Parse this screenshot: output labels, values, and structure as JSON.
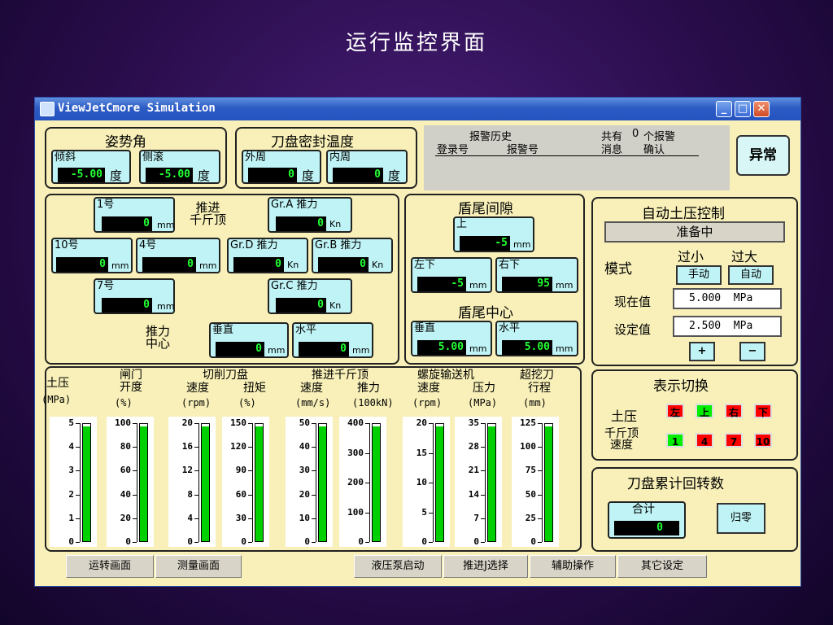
{
  "slide_title": "运行监控界面",
  "window": {
    "title": "ViewJetCmore Simulation"
  },
  "attitude": {
    "title": "姿势角",
    "tilt": {
      "label": "倾斜",
      "value": "-5.00",
      "unit": "度"
    },
    "roll": {
      "label": "侧滚",
      "value": "-5.00",
      "unit": "度"
    }
  },
  "seal": {
    "title": "刀盘密封温度",
    "outer": {
      "label": "外周",
      "value": "0",
      "unit": "度"
    },
    "inner": {
      "label": "内周",
      "value": "0",
      "unit": "度"
    }
  },
  "alarm": {
    "history_label": "报警历史",
    "total_prefix": "共有",
    "count": "0",
    "total_suffix": "个报警",
    "cols": [
      "登录号",
      "报警号",
      "消息",
      "确认"
    ],
    "abnormal": "异常"
  },
  "thrust": {
    "jack_label": "推进\n千斤顶",
    "center_label": "推力\n中心",
    "mm": "mm",
    "kn": "Kn",
    "j1": {
      "label": "1号",
      "value": "0"
    },
    "j10": {
      "label": "10号",
      "value": "0"
    },
    "j4": {
      "label": "4号",
      "value": "0"
    },
    "j7": {
      "label": "7号",
      "value": "0"
    },
    "gra": {
      "label": "Gr.A 推力",
      "value": "0"
    },
    "grd": {
      "label": "Gr.D 推力",
      "value": "0"
    },
    "grb": {
      "label": "Gr.B 推力",
      "value": "0"
    },
    "grc": {
      "label": "Gr.C 推力",
      "value": "0"
    },
    "vertical": {
      "label": "垂直",
      "value": "0"
    },
    "horizontal": {
      "label": "水平",
      "value": "0"
    }
  },
  "tail": {
    "gap_title": "盾尾间隙",
    "center_title": "盾尾中心",
    "mm": "mm",
    "top": {
      "label": "上",
      "value": "-5"
    },
    "bl": {
      "label": "左下",
      "value": "-5"
    },
    "br": {
      "label": "右下",
      "value": "95"
    },
    "vertical": {
      "label": "垂直",
      "value": "5.00"
    },
    "horizontal": {
      "label": "水平",
      "value": "5.00"
    }
  },
  "earth": {
    "title": "自动土压控制",
    "status": "准备中",
    "mode": "模式",
    "too_small": "过小",
    "too_large": "过大",
    "manual": "手动",
    "auto": "自动",
    "current_label": "现在值",
    "current": "5.000",
    "set_label": "设定值",
    "set": "2.500",
    "unit": "MPa",
    "plus": "+",
    "minus": "−"
  },
  "display": {
    "title": "表示切换",
    "earth_label": "土压",
    "jack_label": "千斤顶\n速度",
    "earth_tags": [
      "左",
      "上",
      "右",
      "下"
    ],
    "jack_tags": [
      "1",
      "4",
      "7",
      "10"
    ]
  },
  "rotation": {
    "title": "刀盘累计回转数",
    "total_label": "合计",
    "total": "0",
    "reset": "归零"
  },
  "gauges": {
    "g_earth": {
      "name": "土压",
      "unit": "(MPa)",
      "ticks": [
        "5",
        "4",
        "3",
        "2",
        "1",
        "0"
      ],
      "level": 0.98
    },
    "g_gate": {
      "name": "闸门\n开度",
      "unit": "(%)",
      "ticks": [
        "100",
        "80",
        "60",
        "40",
        "20",
        "0"
      ],
      "level": 0.98
    },
    "cutter_header": "切削刀盘",
    "g_cspeed": {
      "name": "速度",
      "unit": "(rpm)",
      "ticks": [
        "20",
        "16",
        "12",
        "8",
        "4",
        "0"
      ],
      "level": 0.98
    },
    "g_ctorque": {
      "name": "扭矩",
      "unit": "(%)",
      "ticks": [
        "150",
        "120",
        "90",
        "60",
        "30",
        "0"
      ],
      "level": 0.98
    },
    "jack_header": "推进千斤顶",
    "g_jspeed": {
      "name": "速度",
      "unit": "(mm/s)",
      "ticks": [
        "50",
        "40",
        "30",
        "20",
        "10",
        "0"
      ],
      "level": 0.98
    },
    "g_jthrust": {
      "name": "推力",
      "unit": "(100kN)",
      "ticks": [
        "400",
        "300",
        "200",
        "100",
        "0"
      ],
      "level": 0.98
    },
    "screw_header": "螺旋输送机",
    "g_sspeed": {
      "name": "速度",
      "unit": "(rpm)",
      "ticks": [
        "20",
        "15",
        "10",
        "5",
        "0"
      ],
      "level": 0.98
    },
    "g_spress": {
      "name": "压力",
      "unit": "(MPa)",
      "ticks": [
        "35",
        "28",
        "21",
        "14",
        "7",
        "0"
      ],
      "level": 0.98
    },
    "over_header": "超挖刀",
    "g_over": {
      "name": "行程",
      "unit": "(mm)",
      "ticks": [
        "125",
        "100",
        "75",
        "50",
        "25",
        "0"
      ],
      "level": 0.98
    }
  },
  "footer": {
    "run": "运转画面",
    "measure": "测量画面",
    "pump": "液压泵启动",
    "jack_select": "推进J选择",
    "aux": "辅助操作",
    "other": "其它设定"
  },
  "colors": {
    "panel": "#f8f0b8",
    "box": "#bff3f5",
    "value": "#22ff33",
    "fill": "#00d000"
  }
}
